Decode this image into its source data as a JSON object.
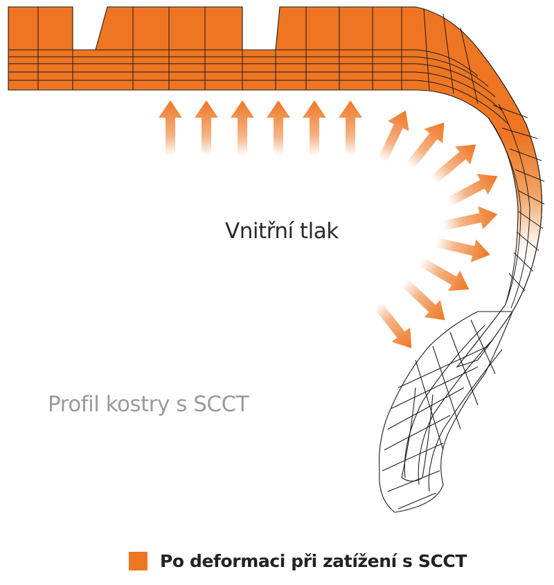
{
  "labels": {
    "internal_pressure": "Vnitřní tlak",
    "carcass_profile": "Profil kostry s SCCT"
  },
  "legend": {
    "label": "Po deformaci při zatížení s SCCT",
    "color": "#EE7623"
  },
  "colors": {
    "tire_fill": "#EE7623",
    "tire_fill_light": "#F9D9BE",
    "mesh_line": "#1a1a1a",
    "arrow": "#EE7623"
  }
}
